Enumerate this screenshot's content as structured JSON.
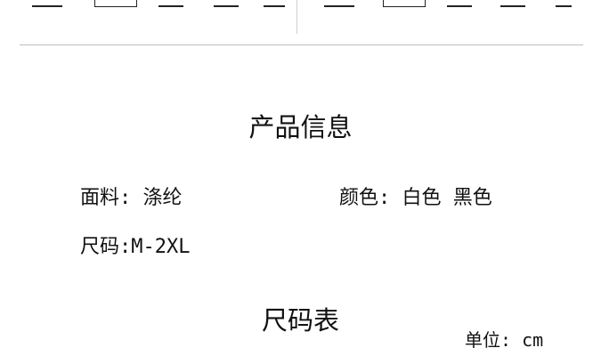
{
  "product_info": {
    "title": "产品信息",
    "material_label": "面料:",
    "material_value": "涤纶",
    "color_label": "颜色:",
    "color_value": "白色 黑色",
    "size_label": "尺码:",
    "size_value": "M-2XL"
  },
  "size_table": {
    "title": "尺码表",
    "unit_label": "单位:",
    "unit_value": "cm"
  }
}
